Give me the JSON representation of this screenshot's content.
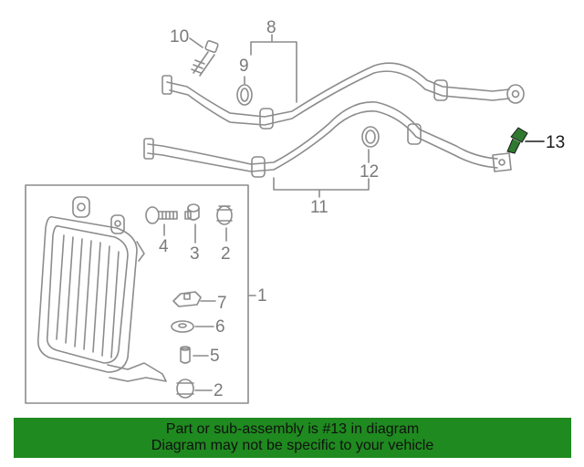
{
  "callouts": {
    "c1": "1",
    "c2a": "2",
    "c2b": "2",
    "c3": "3",
    "c4": "4",
    "c5": "5",
    "c6": "6",
    "c7": "7",
    "c8": "8",
    "c9": "9",
    "c10": "10",
    "c11": "11",
    "c12": "12",
    "c13": "13"
  },
  "highlighted_part": "13",
  "banner": {
    "line1": "Part or sub-assembly is #13 in diagram",
    "line2": "Diagram may not be specific to your vehicle"
  },
  "colors": {
    "line": "#8c8c8c",
    "highlight_part": "#2f7a2f",
    "banner_bg": "#1f8a1f"
  }
}
